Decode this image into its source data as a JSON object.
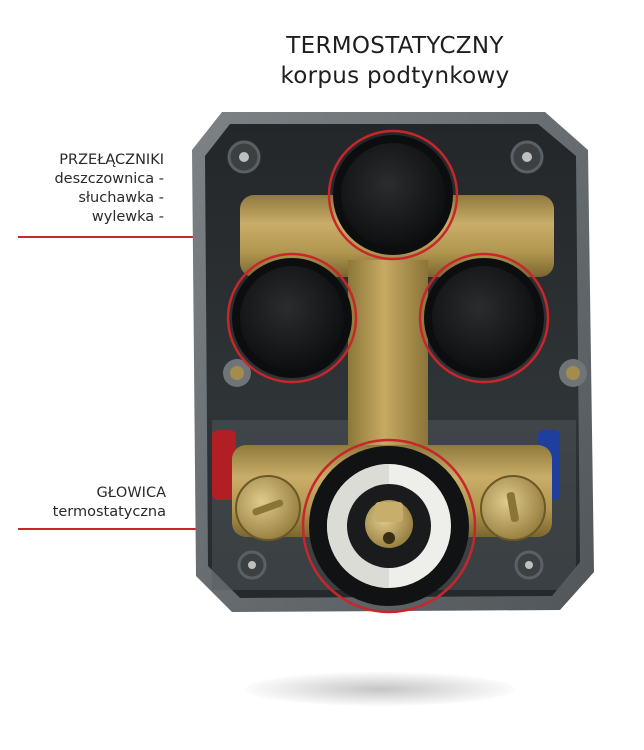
{
  "title": {
    "line1": "TERMOSTATYCZNY",
    "line2": "korpus podtynkowy"
  },
  "labels": {
    "switches": {
      "heading": "PRZEŁĄCZNIKI",
      "items": [
        "deszczownica -",
        "słuchawka -",
        "wylewka -"
      ]
    },
    "thermostatic_head": {
      "heading": "GŁOWICA",
      "subheading": "termostatyczna"
    }
  },
  "colors": {
    "accent_red": "#c8262b",
    "brass": "#b89a52",
    "housing_gray": "#5d6366",
    "housing_inner": "#2b2f31",
    "cap_black": "#151617",
    "hot_marker": "#b11e24",
    "cold_marker": "#1f3f9e"
  }
}
